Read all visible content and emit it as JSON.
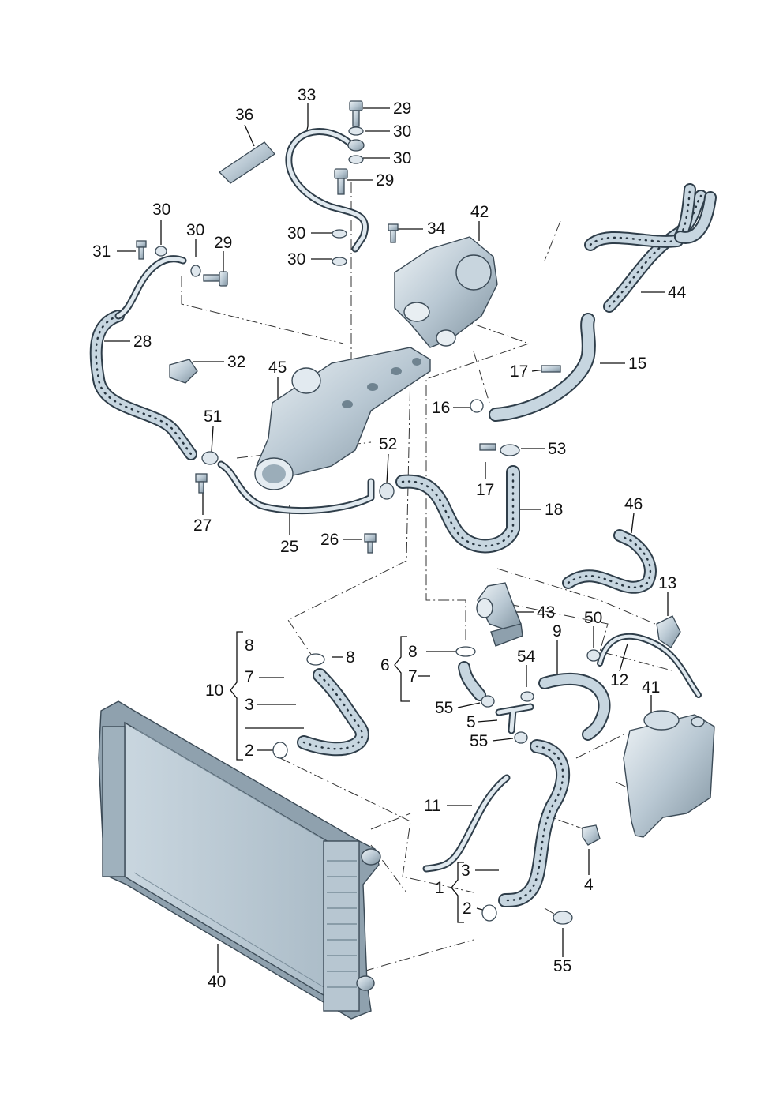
{
  "callouts": {
    "c1": "1",
    "c2a": "2",
    "c2b": "2",
    "c3a": "3",
    "c3b": "3",
    "c4": "4",
    "c5": "5",
    "c6": "6",
    "c7a": "7",
    "c7b": "7",
    "c8a": "8",
    "c8b": "8",
    "c8c": "8",
    "c9": "9",
    "c10": "10",
    "c11": "11",
    "c12": "12",
    "c13": "13",
    "c15": "15",
    "c16": "16",
    "c17a": "17",
    "c17b": "17",
    "c18": "18",
    "c25": "25",
    "c26": "26",
    "c27": "27",
    "c28": "28",
    "c29a": "29",
    "c29b": "29",
    "c29c": "29",
    "c30a": "30",
    "c30b": "30",
    "c30c": "30",
    "c30d": "30",
    "c30e": "30",
    "c30f": "30",
    "c31": "31",
    "c32": "32",
    "c33": "33",
    "c34": "34",
    "c36": "36",
    "c40": "40",
    "c41": "41",
    "c42": "42",
    "c43": "43",
    "c44": "44",
    "c45": "45",
    "c46": "46",
    "c50": "50",
    "c51": "51",
    "c52": "52",
    "c53": "53",
    "c54": "54",
    "c55a": "55",
    "c55b": "55",
    "c55c": "55"
  },
  "colors": {
    "hose_outline": "#2f3e4a",
    "hose_fill": "#c7d6e0",
    "hose_dots": "#26343f",
    "metal_light": "#e4ecf1",
    "metal_mid": "#aebfcb",
    "metal_dark": "#7d909e"
  }
}
